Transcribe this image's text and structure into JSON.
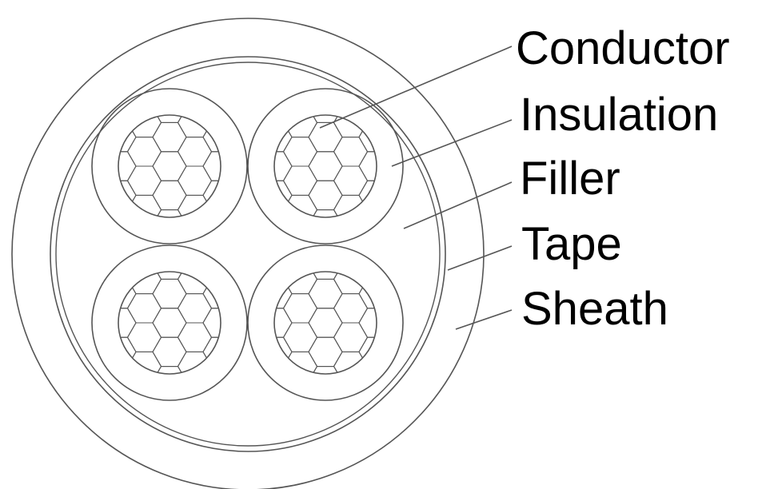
{
  "diagram": {
    "labels": [
      {
        "id": "conductor",
        "text": "Conductor"
      },
      {
        "id": "insulation",
        "text": "Insulation"
      },
      {
        "id": "filler",
        "text": "Filler"
      },
      {
        "id": "tape",
        "text": "Tape"
      },
      {
        "id": "sheath",
        "text": "Sheath"
      }
    ],
    "line_color": "#555555",
    "text_color": "#000000"
  }
}
